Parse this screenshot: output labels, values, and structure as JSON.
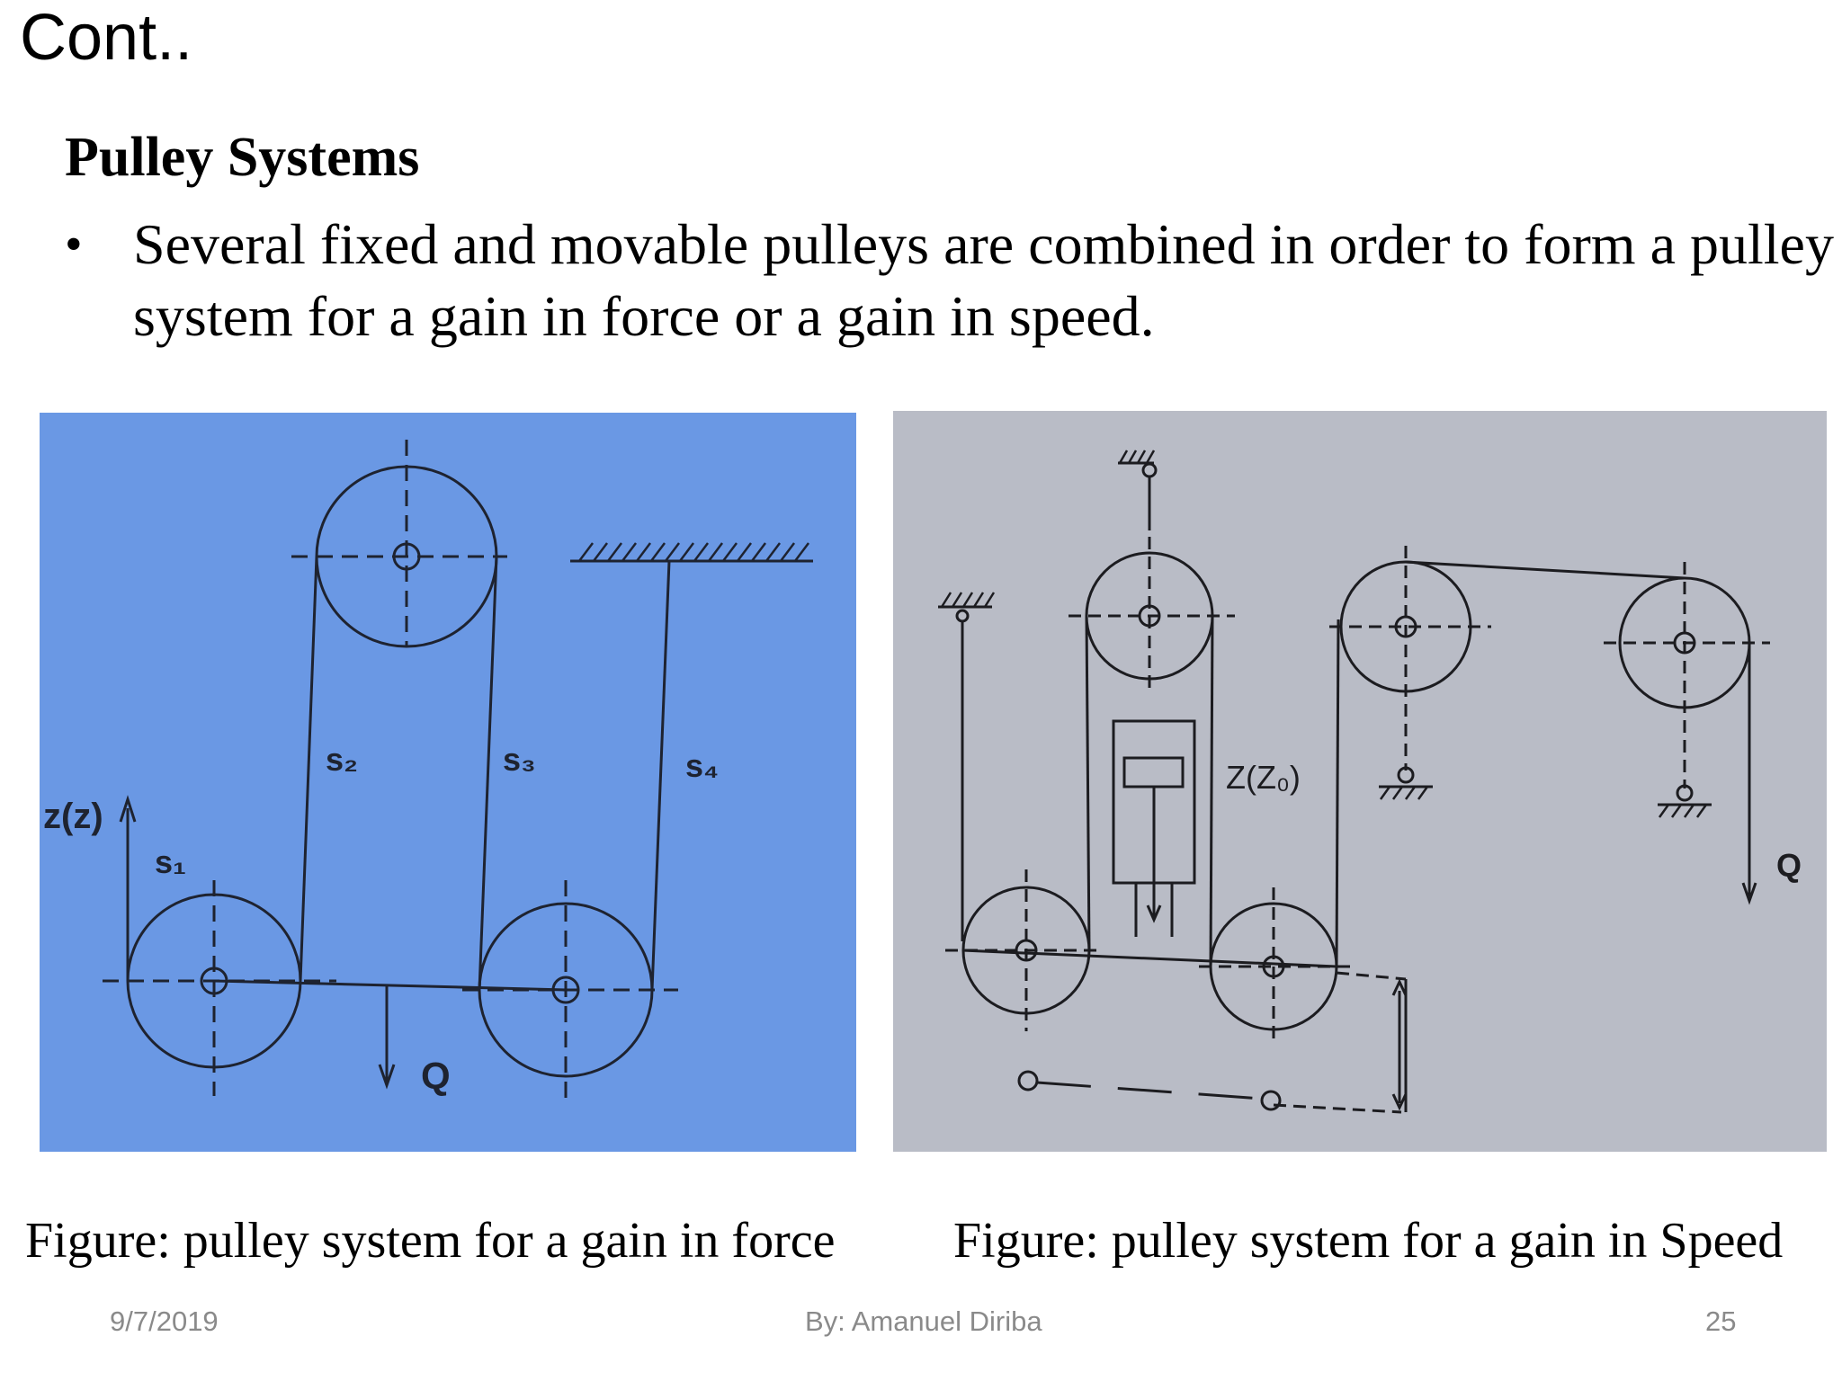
{
  "slide": {
    "title": "Cont..",
    "section_heading": "Pulley Systems",
    "bullet_symbol": "•",
    "bullet_text": "Several fixed and movable pulleys are combined in order to form a pulley system for a gain in force or a gain in speed."
  },
  "figures": [
    {
      "caption": "Figure: pulley system for a gain in force",
      "background_color": "#6a98e4",
      "labels": {
        "z": "z(z)",
        "s1": "s₁",
        "s2": "s₂",
        "s3": "s₃",
        "s4": "s₄",
        "q": "Q"
      }
    },
    {
      "caption": "Figure: pulley system for a gain in Speed",
      "background_color": "#b9bcc6",
      "labels": {
        "z": "Z(Z₀)",
        "q": "Q"
      }
    }
  ],
  "footer": {
    "date": "9/7/2019",
    "author": "By: Amanuel Diriba",
    "page_number": "25"
  }
}
